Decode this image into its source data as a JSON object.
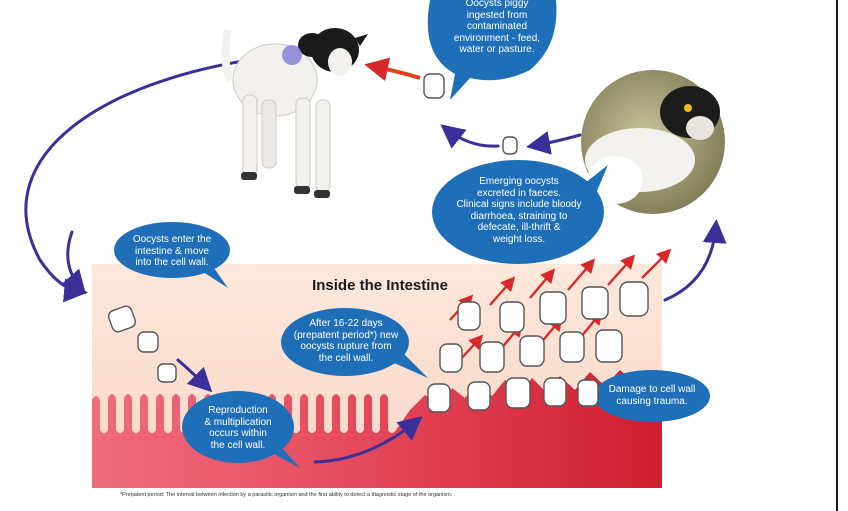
{
  "colors": {
    "bubble": "#1f6fb8",
    "bubble_edge": "#16548f",
    "panel_bg": "#fbe3d4",
    "tissue": "#e8495c",
    "tissue_dark": "#d11f33",
    "arrow_red": "#d62a2a",
    "arrow_blue": "#3b2f9a",
    "oocyst_fill": "#ffffff",
    "oocyst_stroke": "#555555"
  },
  "icons": {
    "calf": "calf-icon",
    "sick_calf": "sick-calf-photo-icon",
    "oocyst": "oocyst-icon"
  },
  "top_fragment": "…",
  "bubbles": {
    "ingested": "Oocysts piggy\ningested from\ncontaminated\nenvironment - feed,\nwater or pasture.",
    "excreted": "Emerging oocysts\nexcreted in faeces.\nClinical signs include bloody\ndiarrhoea, straining to\ndefecate, ill-thrift &\nweight loss.",
    "enter": "Oocysts enter the\nintestine & move\ninto the cell wall.",
    "prepatent": "After 16-22 days\n(prepatent period*) new\noocysts rupture from\nthe cell wall.",
    "reproduction": "Reproduction\n& multiplication\noccurs within\nthe cell wall.",
    "damage": "Damage to cell wall\ncausing trauma."
  },
  "panel_title": "Inside the Intestine",
  "footnote": "*Prepatent period: The interval between infection by a parasitic organism and the first ability to detect a diagnostic stage of the organism."
}
